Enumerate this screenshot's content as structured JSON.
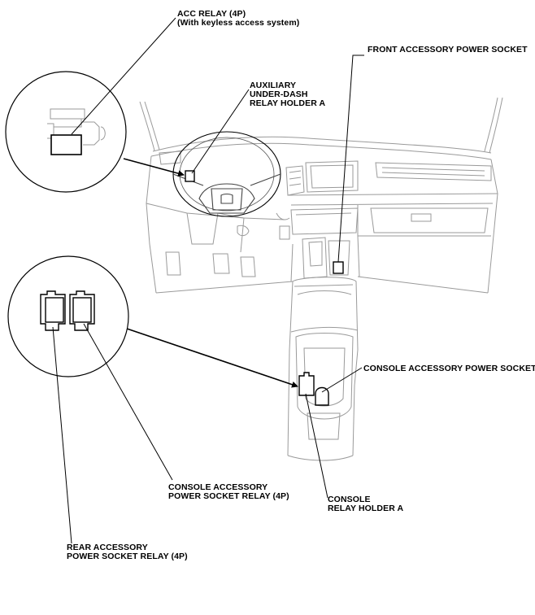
{
  "labels": {
    "acc_relay": [
      "ACC RELAY (4P)",
      "(With keyless access system)"
    ],
    "aux_holder": [
      "AUXILIARY",
      "UNDER-DASH",
      "RELAY HOLDER A"
    ],
    "front_socket": [
      "FRONT ACCESSORY POWER SOCKET"
    ],
    "console_socket": [
      "CONSOLE ACCESSORY POWER SOCKET"
    ],
    "console_socket_relay": [
      "CONSOLE ACCESSORY",
      "POWER SOCKET RELAY (4P)"
    ],
    "console_holder": [
      "CONSOLE",
      "RELAY HOLDER A"
    ],
    "rear_socket_relay": [
      "REAR ACCESSORY",
      "POWER SOCKET RELAY (4P)"
    ]
  },
  "colors": {
    "line": "#000000",
    "ghost": "#9a9a9a",
    "highlight": "#000000"
  }
}
